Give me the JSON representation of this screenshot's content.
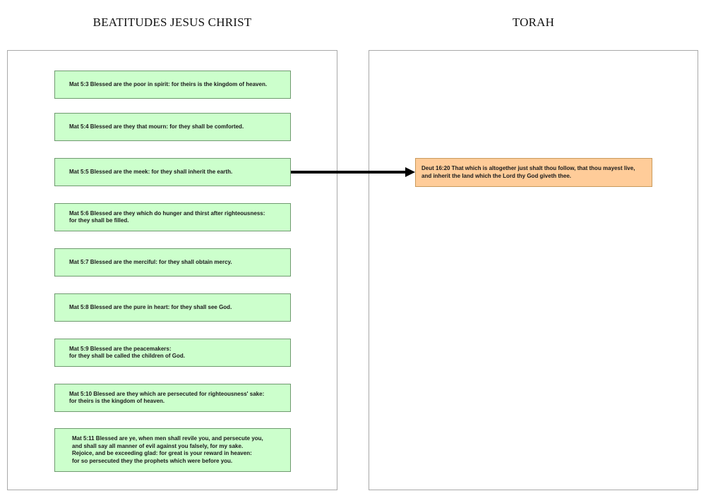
{
  "titles": {
    "left": "BEATITUDES JESUS CHRIST",
    "right": "TORAH"
  },
  "beatitudes": [
    "Mat 5:3 Blessed are the poor in spirit: for theirs is the kingdom of heaven.",
    "Mat 5:4 Blessed are they that mourn: for they shall be comforted.",
    "Mat 5:5 Blessed are the meek: for they shall inherit the earth.",
    "Mat 5:6 Blessed are they which do hunger and thirst after righteousness:\nfor they shall be filled.",
    "Mat 5:7 Blessed are the merciful: for they shall obtain mercy.",
    "Mat 5:8 Blessed are the pure in heart: for they shall see God.",
    "Mat 5:9 Blessed are the peacemakers:\nfor they shall be called the children of God.",
    "Mat 5:10 Blessed are they which are persecuted for righteousness' sake:\nfor theirs is the kingdom of heaven.",
    "Mat 5:11 Blessed are ye, when men shall revile you, and persecute you,\nand shall say all manner of evil against you falsely, for my sake.\nRejoice, and be exceeding glad: for great is your reward in heaven:\nfor so persecuted they the prophets which were before you."
  ],
  "torah": [
    "Deut 16:20 That which is altogether just shalt thou follow, that thou mayest live,\nand inherit the land which the Lord thy God giveth thee."
  ],
  "colors": {
    "beatitude_fill": "#ccffcc",
    "torah_fill": "#ffcc99",
    "arrow": "#000000"
  }
}
